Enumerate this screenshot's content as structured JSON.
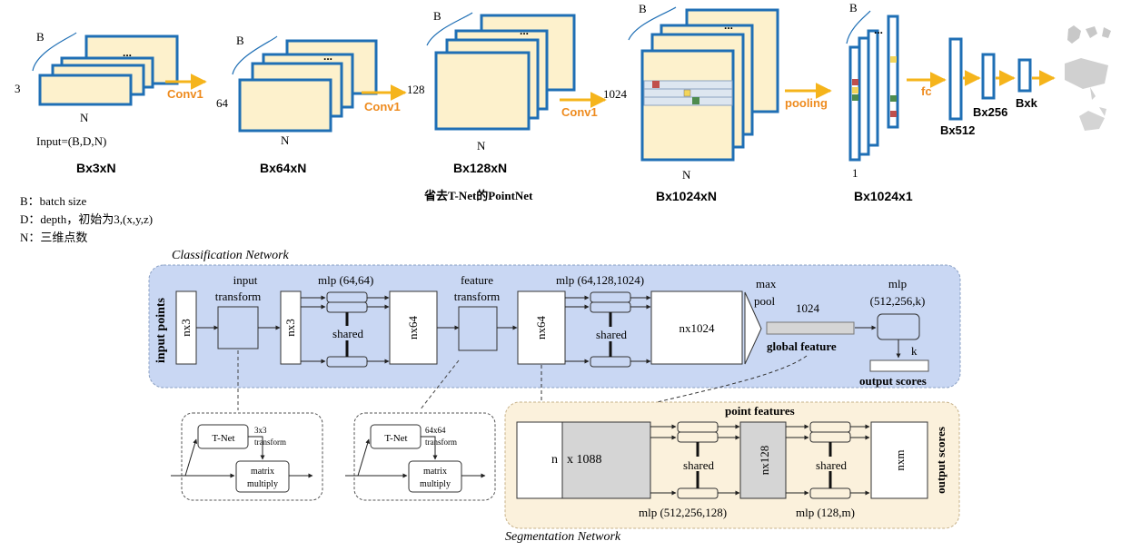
{
  "colors": {
    "frame_blue": "#1f6fb5",
    "sheet_fill": "#fdf1cc",
    "arrow_orange": "#f5b41b",
    "label_orange": "#ee8b1e",
    "class_bg": "#c9d7f3",
    "seg_bg": "#fbf1dc",
    "gray_block": "#d5d5d5",
    "point_red": "#c0504d",
    "point_yellow": "#f3d55b",
    "point_green": "#4e8c4e"
  },
  "top": {
    "stage1": {
      "b": "B",
      "dim": "3",
      "n": "N",
      "input": "Input=(B,D,N)",
      "title": "Bx3xN"
    },
    "stage2": {
      "b": "B",
      "dim": "64",
      "n": "N",
      "title": "Bx64xN"
    },
    "stage3": {
      "b": "B",
      "dim": "128",
      "n": "N",
      "title": "Bx128xN",
      "subtitle": "省去T-Net的PointNet"
    },
    "stage4": {
      "b": "B",
      "dim": "1024",
      "n": "N",
      "title": "Bx1024xN"
    },
    "stage5": {
      "b": "B",
      "one": "1",
      "title": "Bx1024x1"
    },
    "conv_labels": [
      "Conv1",
      "Conv1",
      "Conv1"
    ],
    "pooling": "pooling",
    "fc": "fc",
    "fc_sizes": [
      "Bx512",
      "Bx256",
      "Bxk"
    ],
    "ellipsis": "..."
  },
  "legend": [
    "B：batch size",
    "D：depth，初始为3,(x,y,z)",
    "N：三维点数"
  ],
  "classification": {
    "heading": "Classification Network",
    "input_points": "input points",
    "input_transform": [
      "input",
      "transform"
    ],
    "nx3_a": "nx3",
    "nx3_b": "nx3",
    "mlp1": "mlp (64,64)",
    "shared1": "shared",
    "nx64_a": "nx64",
    "feature_transform": [
      "feature",
      "transform"
    ],
    "nx64_b": "nx64",
    "mlp2": "mlp (64,128,1024)",
    "shared2": "shared",
    "nx1024": "nx1024",
    "max_pool": [
      "max",
      "pool"
    ],
    "size_1024": "1024",
    "global_feature": "global feature",
    "mlp3": [
      "mlp",
      "(512,256,k)"
    ],
    "k": "k",
    "output_scores": "output scores"
  },
  "tnet": {
    "left": {
      "tnet": "T-Net",
      "transform": [
        "3x3",
        "transform"
      ],
      "matrix": [
        "matrix",
        "multiply"
      ]
    },
    "right": {
      "tnet": "T-Net",
      "transform": [
        "64x64",
        "transform"
      ],
      "matrix": [
        "matrix",
        "multiply"
      ]
    }
  },
  "segmentation": {
    "heading": "Segmentation Network",
    "n": "n",
    "x1088": "x 1088",
    "point_features": "point features",
    "shared1": "shared",
    "nx128": "nx128",
    "shared2": "shared",
    "nxm": "nxm",
    "output_scores": "output scores",
    "mlp1": "mlp (512,256,128)",
    "mlp2": "mlp (128,m)"
  }
}
